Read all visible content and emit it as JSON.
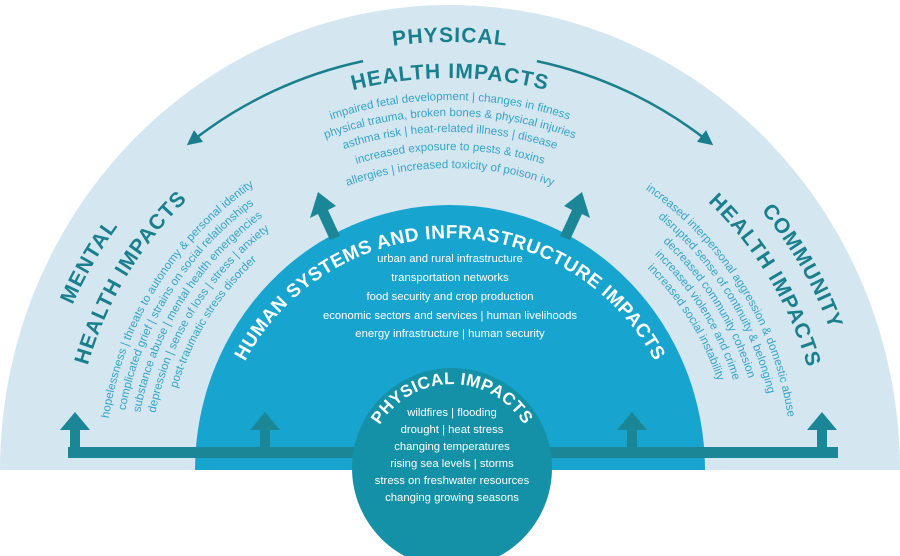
{
  "colors": {
    "outer_band": "#d4e7f0",
    "middle_band": "#17a4cf",
    "inner_circle": "#1591a7",
    "title_dark": "#1a7f8d",
    "text_light": "#35a3c6",
    "arrow": "#1b8796"
  },
  "physical_health": {
    "title_line1": "PHYSICAL",
    "title_line2": "HEALTH IMPACTS",
    "items": [
      "impaired fetal development | changes in fitness",
      "physical trauma, broken bones & physical injuries",
      "asthma risk | heat-related illness | disease",
      "increased exposure to pests & toxins",
      "allergies | increased toxicity of poison ivy"
    ]
  },
  "mental_health": {
    "title_line1": "MENTAL",
    "title_line2": "HEALTH IMPACTS",
    "items": [
      "hopelessness | threats to autonomy & personal identity",
      "complicated grief | strains on social relationships",
      "substance abuse | mental health emergencies",
      "depression | sense of loss | stress | anxiety",
      "post-traumatic stress disorder"
    ]
  },
  "community_health": {
    "title_line1": "COMMUNITY",
    "title_line2": "HEALTH IMPACTS",
    "items": [
      "increased interpersonal aggression & domestic abuse",
      "disrupted sense of continuity & belonging",
      "decreased community cohesion",
      "increased violence and crime",
      "increased social instability"
    ]
  },
  "human_systems": {
    "title": "HUMAN SYSTEMS AND INFRASTRUCTURE IMPACTS",
    "items": [
      "urban and rural infrastructure",
      "transportation networks",
      "food security and crop production",
      "economic sectors and services | human livelihoods",
      "energy infrastructure | human security"
    ]
  },
  "physical_impacts": {
    "title": "PHYSICAL IMPACTS",
    "items": [
      "wildfires | flooding",
      "drought | heat stress",
      "changing temperatures",
      "rising sea levels | storms",
      "stress on freshwater resources",
      "changing growing seasons"
    ]
  }
}
